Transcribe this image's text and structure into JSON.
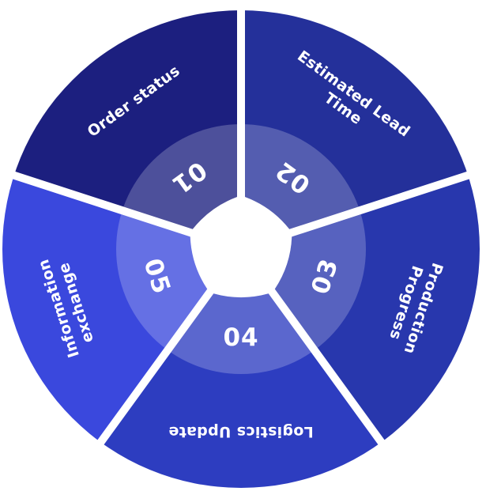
{
  "segments": [
    {
      "number": "01",
      "label_lines": [
        "Order status"
      ],
      "color": "#1c1f7f"
    },
    {
      "number": "02",
      "label_lines": [
        "Estimated Lead",
        "Time"
      ],
      "color": "#24309a"
    },
    {
      "number": "03",
      "label_lines": [
        "Production",
        "Progress"
      ],
      "color": "#2837ad"
    },
    {
      "number": "04",
      "label_lines": [
        "Logistics Update"
      ],
      "color": "#2d3dc0"
    },
    {
      "number": "05",
      "label_lines": [
        "Information",
        "exchange"
      ],
      "color": "#3a48dd"
    }
  ],
  "colors": {
    "background": "#ffffff",
    "gap": "#ffffff",
    "center_overlay": "rgba(255,255,255,0.22)"
  }
}
